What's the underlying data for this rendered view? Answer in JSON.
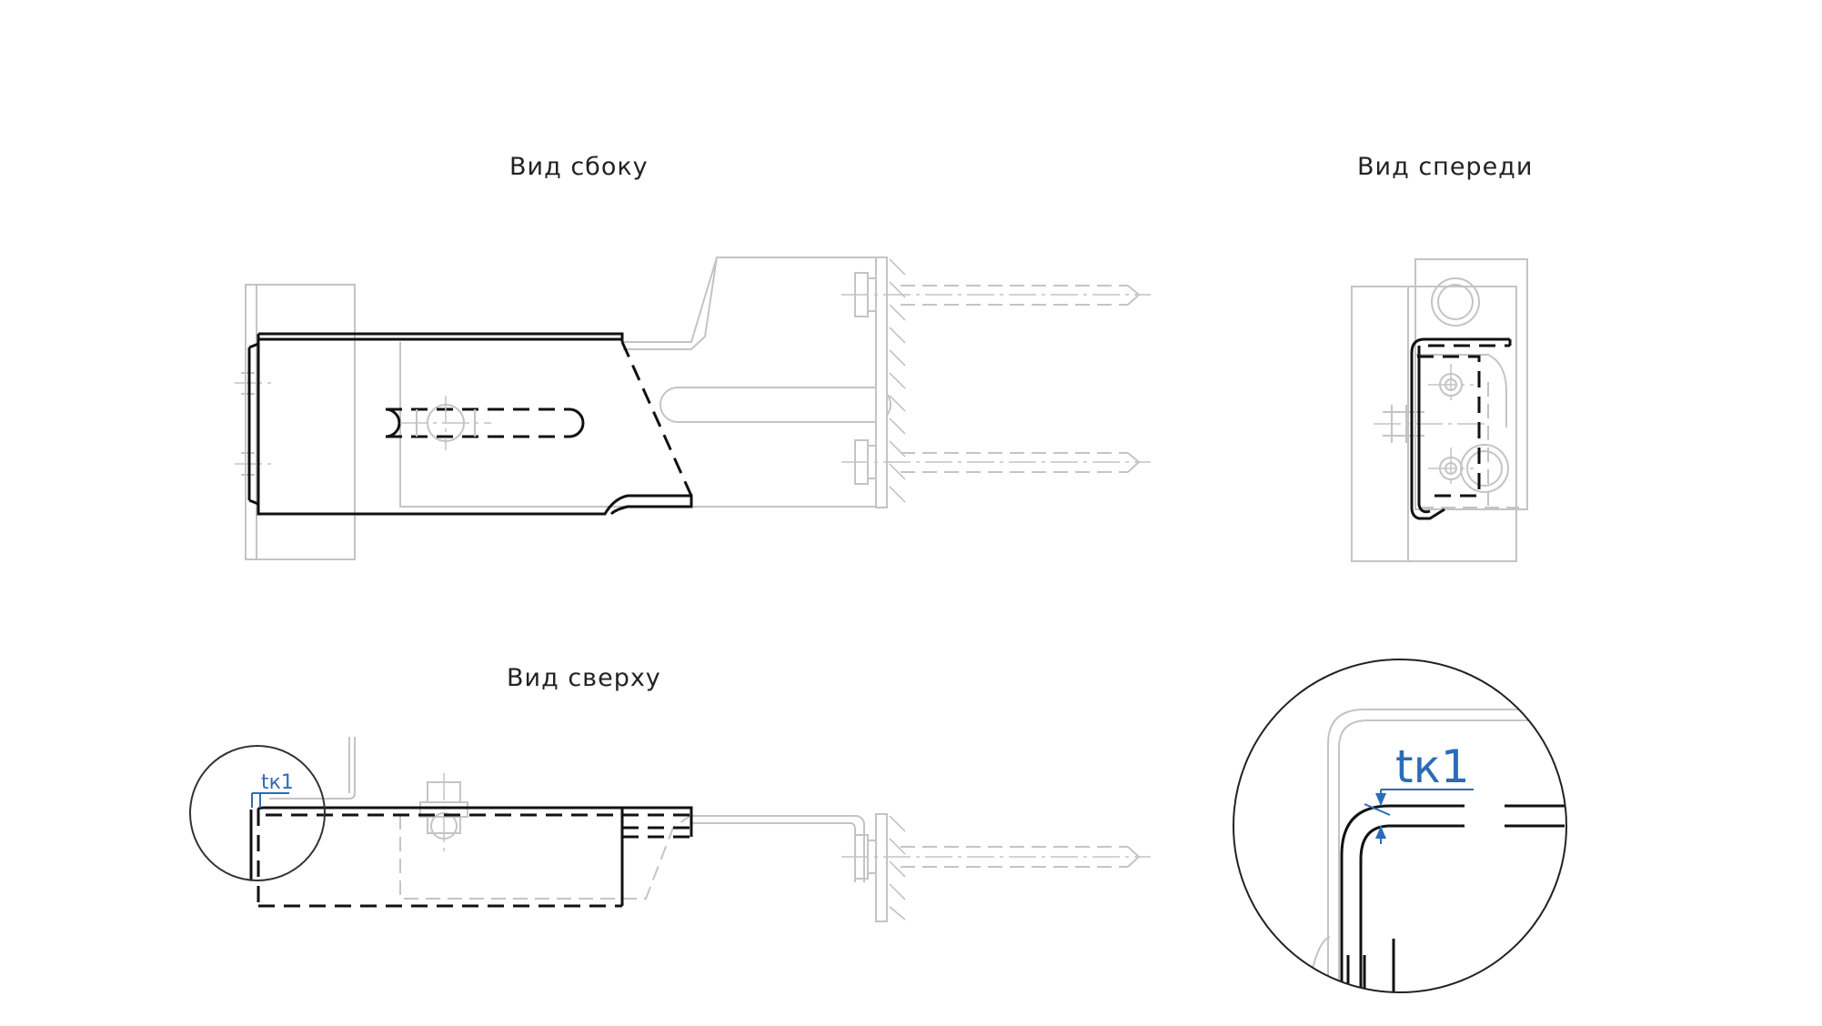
{
  "views": {
    "side_title": "Вид сбоку",
    "front_title": "Вид спереди",
    "top_title": "Вид сверху"
  },
  "dimension": {
    "thickness_label": "tк1"
  },
  "colors": {
    "main_line": "#111111",
    "background_line": "#c4c4c4",
    "dimension": "#2b6cb8"
  }
}
